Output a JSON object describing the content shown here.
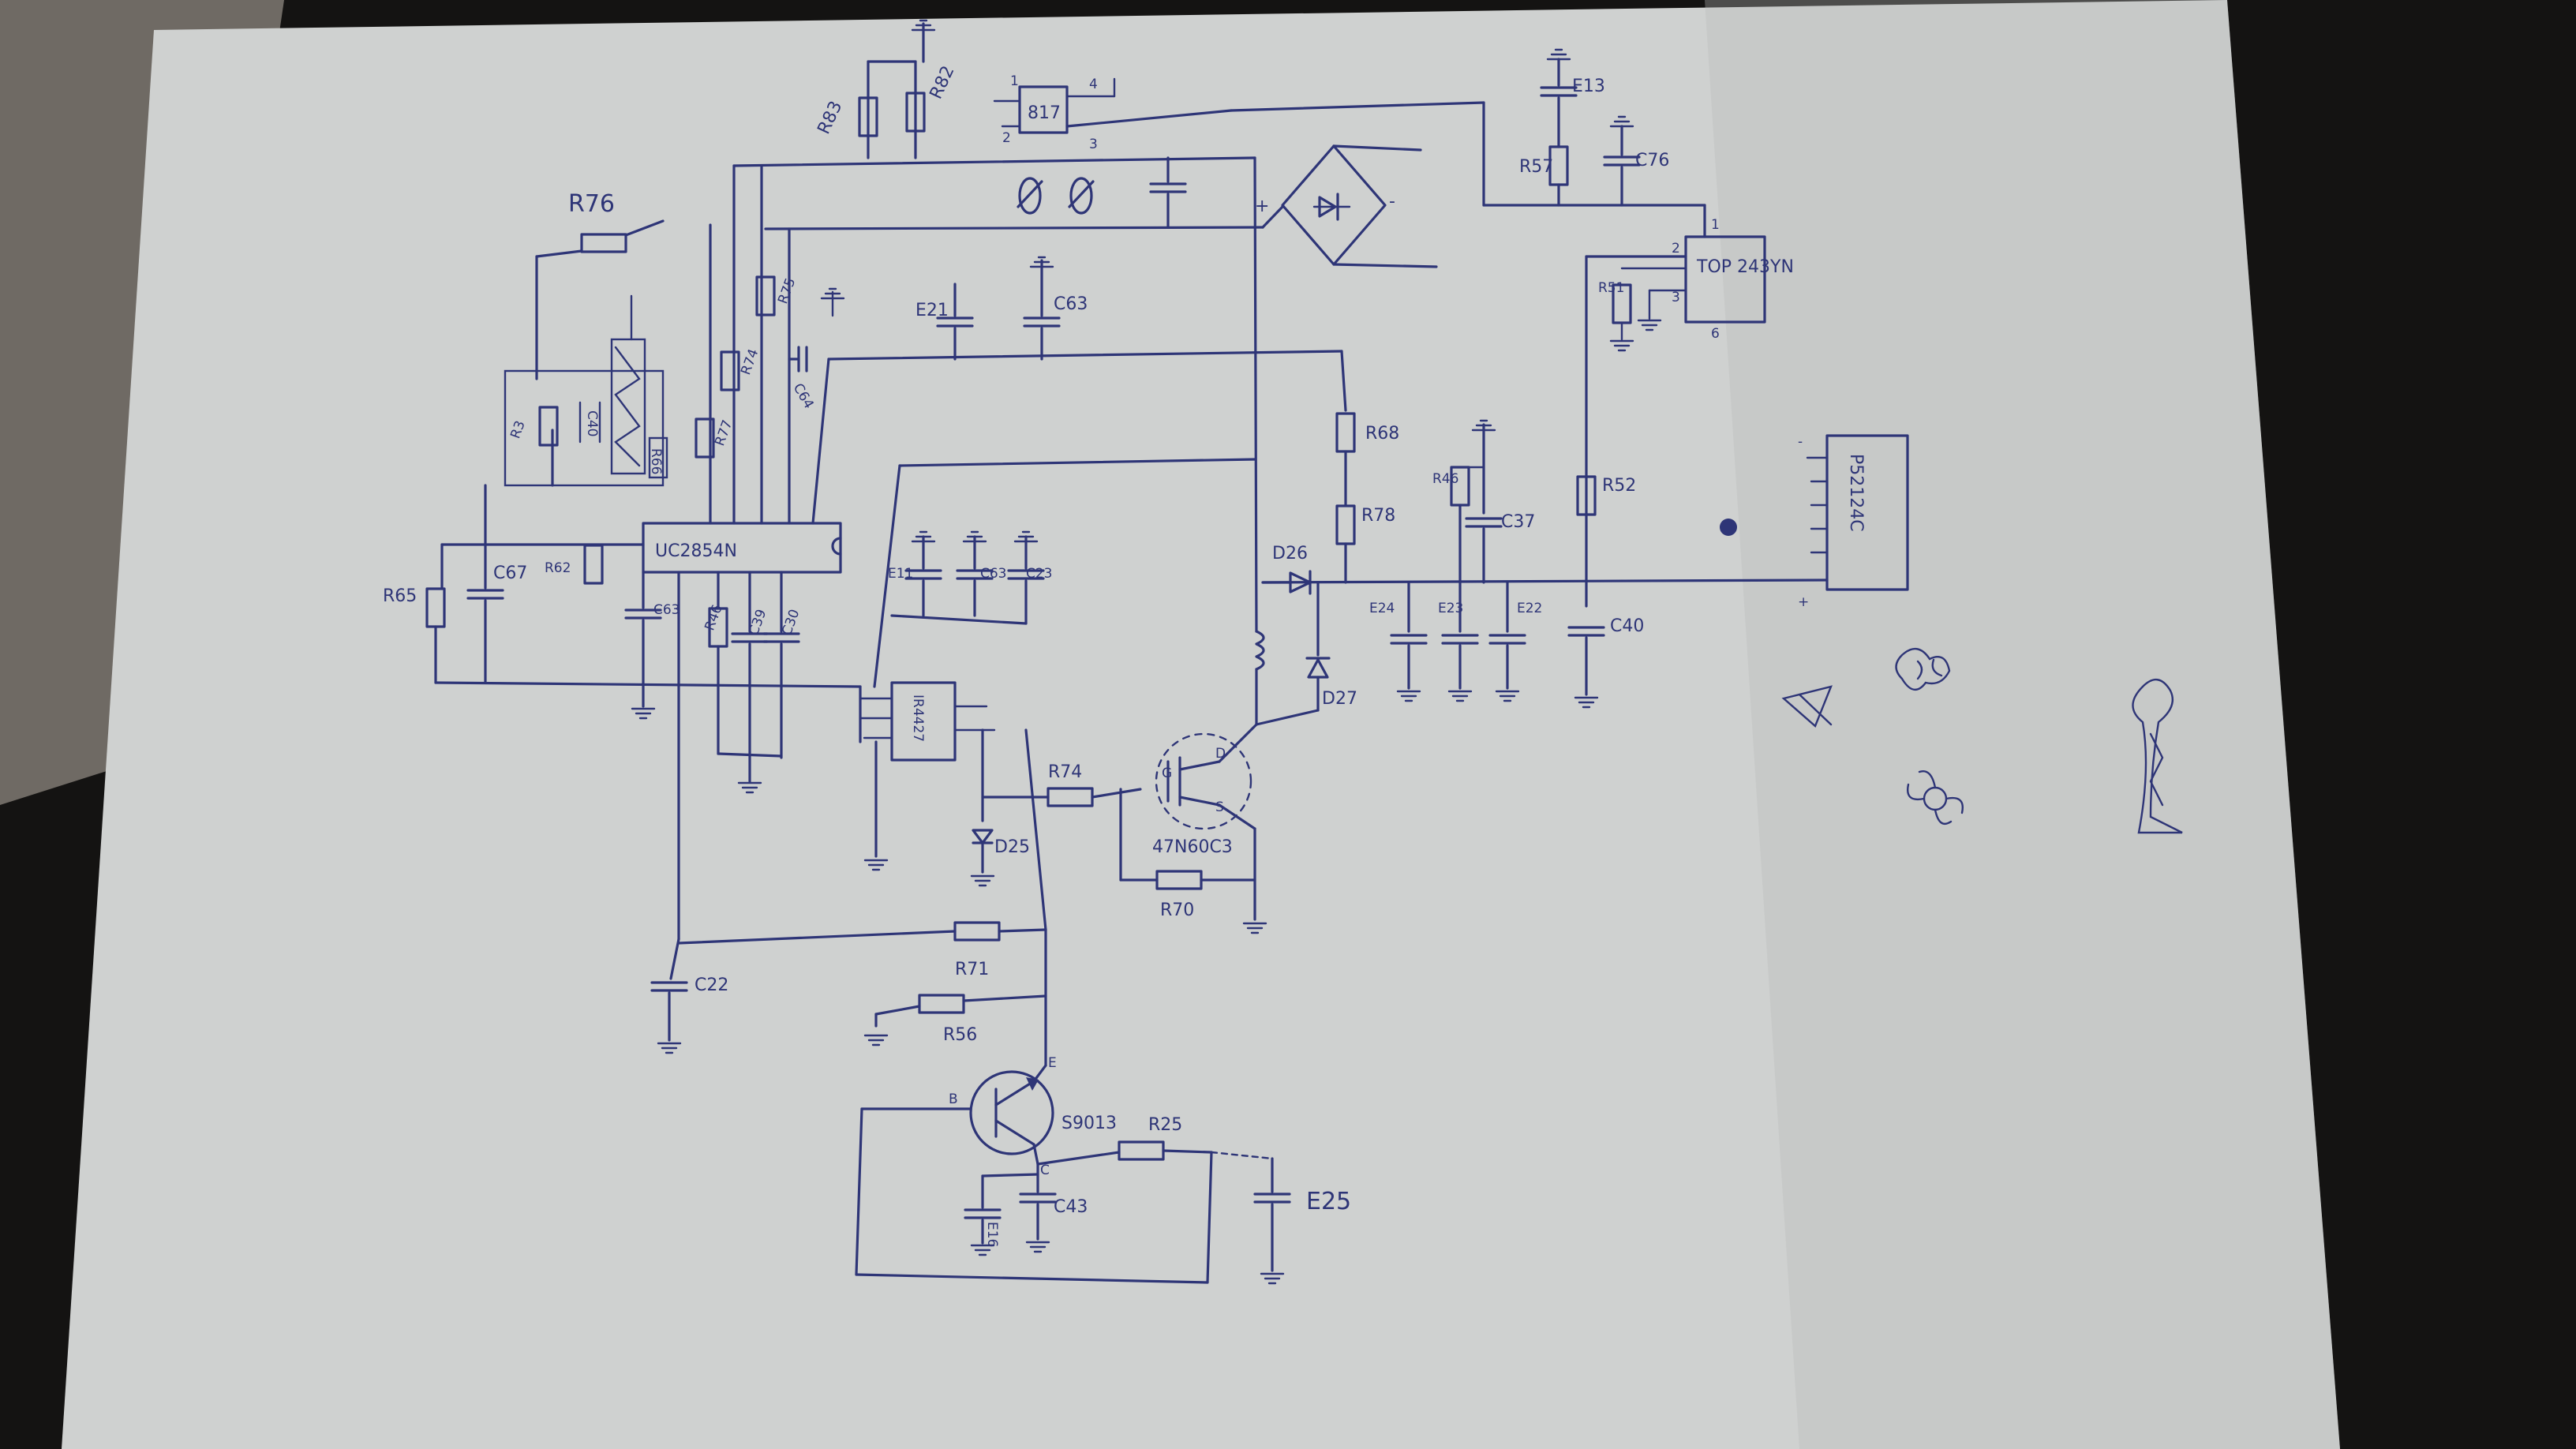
{
  "ic": {
    "controller": "UC2854N",
    "optocoupler": "817",
    "switcher": "TOP 243YN",
    "driver": "IR4427",
    "mosfet": "47N60C3",
    "transistor": "S9013",
    "connector": "P52124C"
  },
  "resistors": [
    "R76",
    "R83",
    "R82",
    "R75",
    "R74",
    "R77",
    "R65",
    "R62",
    "R68",
    "R78",
    "R46",
    "R57",
    "R51",
    "R52",
    "R74",
    "R70",
    "R71",
    "R56",
    "R25",
    "R66",
    "R3"
  ],
  "capacitors": [
    "E13",
    "C76",
    "E21",
    "C63",
    "C64",
    "C40",
    "C67",
    "C63",
    "E11",
    "C63",
    "C23",
    "C39",
    "C30",
    "C37",
    "E24",
    "E23",
    "E22",
    "C40",
    "C22",
    "E16",
    "C43",
    "E25"
  ],
  "diodes": [
    "D26",
    "D27",
    "D25"
  ],
  "pins": {
    "opto": [
      "1",
      "2",
      "3",
      "4"
    ],
    "top": [
      "1",
      "2",
      "3",
      "6"
    ],
    "mosfet": [
      "D",
      "G",
      "S"
    ],
    "transistor": [
      "B",
      "E",
      "C"
    ],
    "connector": [
      "+",
      "-"
    ]
  }
}
